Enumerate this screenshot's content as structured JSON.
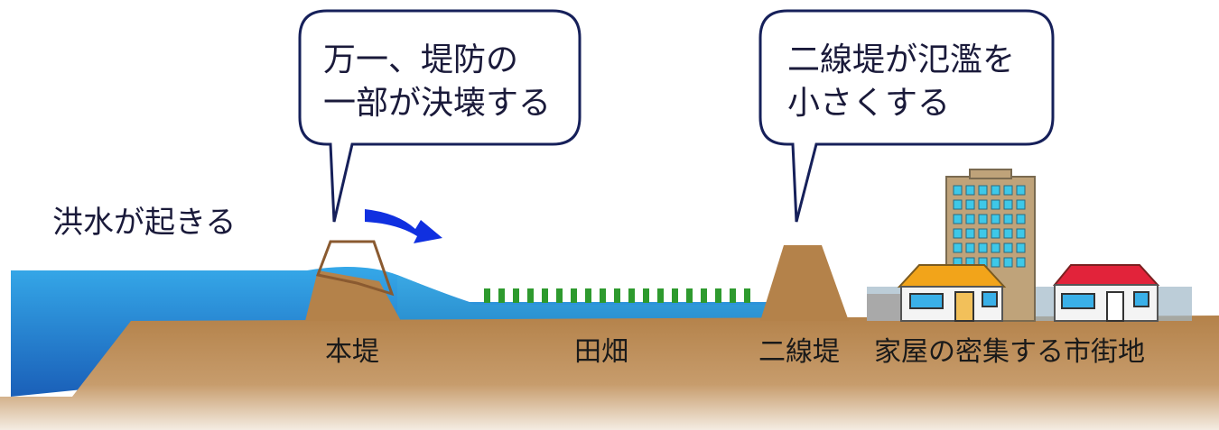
{
  "bubbles": {
    "breach": {
      "lines": [
        "万一、堤防の",
        "一部が決壊する"
      ]
    },
    "secondary": {
      "lines": [
        "二線堤が氾濫を",
        "小さくする"
      ]
    }
  },
  "labels": {
    "flood": "洪水が起きる",
    "main_levee": "本堤",
    "fields": "田畑",
    "secondary_levee": "二線堤",
    "town": "家屋の密集する市街地"
  },
  "colors": {
    "water": "#2a9ad8",
    "ground": "#b88a55",
    "arrow": "#1030e0",
    "crop": "#2e9a2e",
    "bubble_stroke": "#16205a"
  }
}
